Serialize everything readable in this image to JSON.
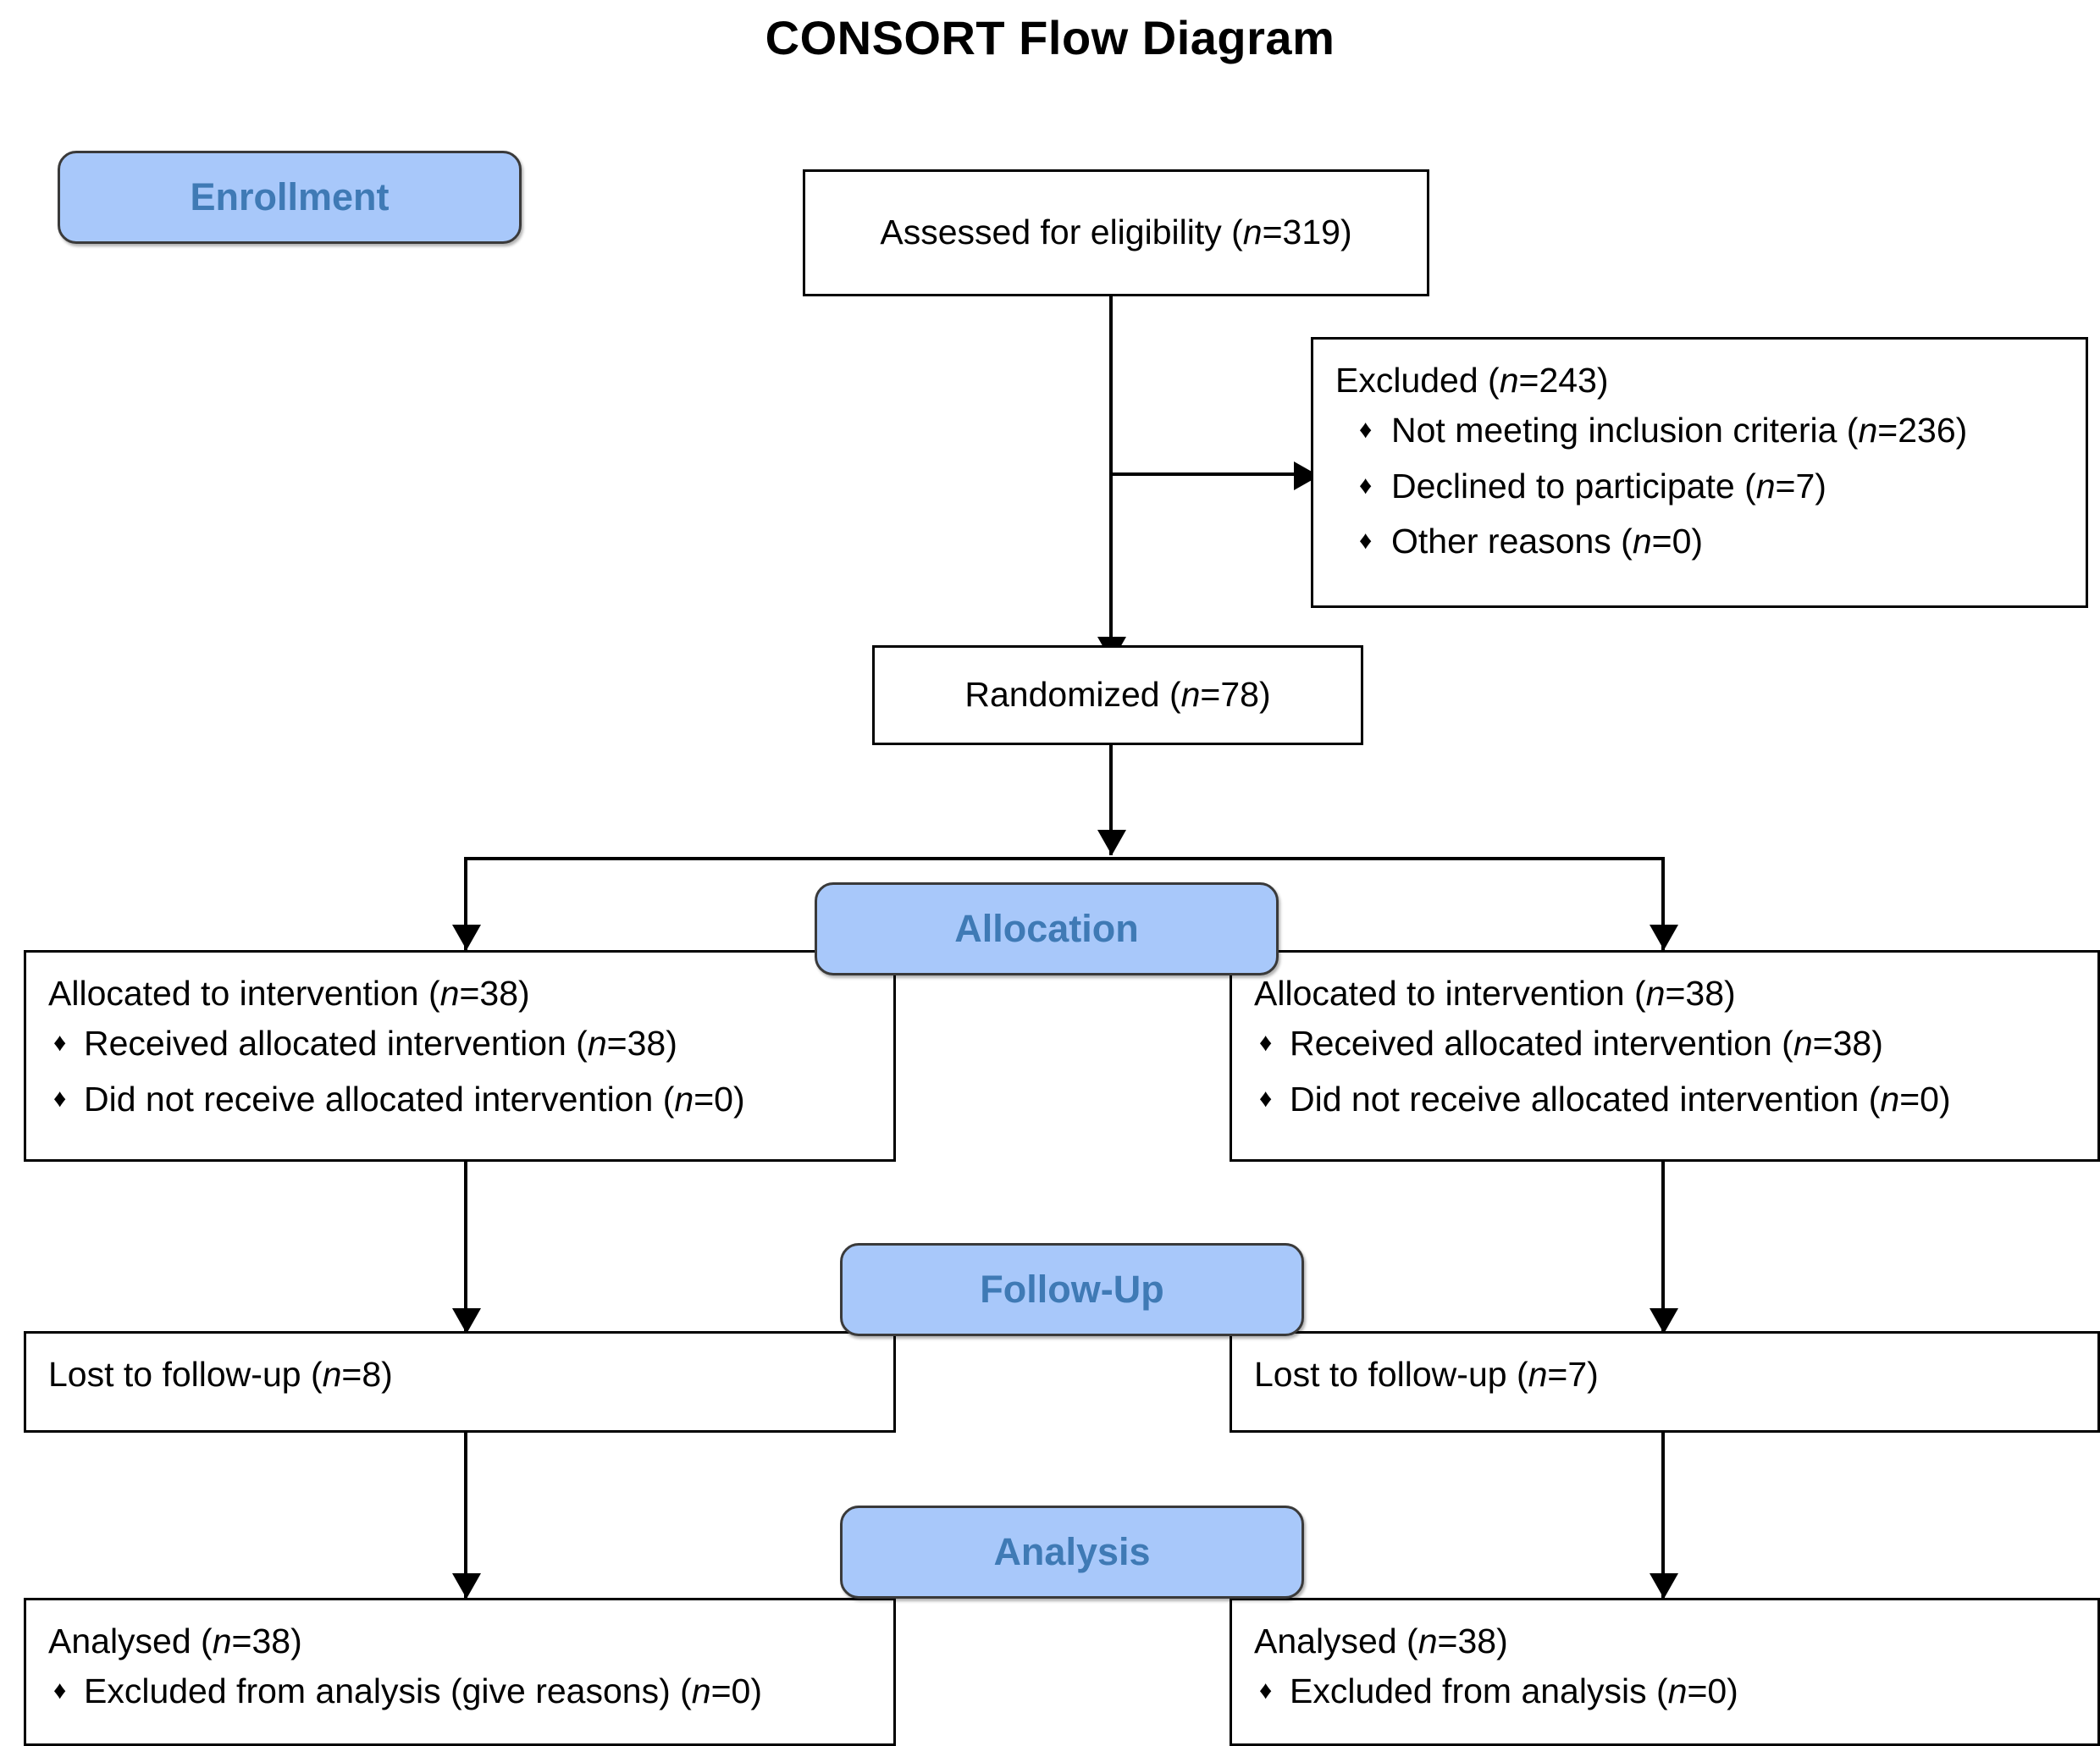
{
  "title": "CONSORT Flow Diagram",
  "phases": {
    "enrollment": "Enrollment",
    "allocation": "Allocation",
    "followup": "Follow-Up",
    "analysis": "Analysis"
  },
  "nodes": {
    "assessed": {
      "heading_pre": "Assessed for eligibility (",
      "heading_var": "n",
      "heading_post": "=319)"
    },
    "excluded": {
      "heading_pre": "Excluded (",
      "heading_var": "n",
      "heading_post": "=243)",
      "items": [
        {
          "pre": "Not meeting inclusion criteria (",
          "var": "n",
          "post": "=236)"
        },
        {
          "pre": "Declined to participate (",
          "var": "n",
          "post": "=7)"
        },
        {
          "pre": "Other reasons (",
          "var": "n",
          "post": "=0)"
        }
      ]
    },
    "randomized": {
      "heading_pre": "Randomized (",
      "heading_var": "n",
      "heading_post": "=78)"
    },
    "alloc_left": {
      "heading_pre": "Allocated to intervention (",
      "heading_var": "n",
      "heading_post": "=38)",
      "items": [
        {
          "pre": "Received allocated intervention (",
          "var": "n",
          "post": "=38)"
        },
        {
          "pre": "Did not receive allocated intervention (",
          "var": "n",
          "post": "=0)"
        }
      ]
    },
    "alloc_right": {
      "heading_pre": "Allocated to intervention (",
      "heading_var": "n",
      "heading_post": "=38)",
      "items": [
        {
          "pre": "Received allocated intervention (",
          "var": "n",
          "post": "=38)"
        },
        {
          "pre": "Did not receive allocated intervention (",
          "var": "n",
          "post": "=0)"
        }
      ]
    },
    "follow_left": {
      "heading_pre": "Lost to follow-up (",
      "heading_var": "n",
      "heading_post": "=8)"
    },
    "follow_right": {
      "heading_pre": "Lost to follow-up (",
      "heading_var": "n",
      "heading_post": "=7)"
    },
    "analysis_left": {
      "heading_pre": "Analysed (",
      "heading_var": "n",
      "heading_post": "=38)",
      "items": [
        {
          "pre": "Excluded from analysis (give reasons) (",
          "var": "n",
          "post": "=0)"
        }
      ]
    },
    "analysis_right": {
      "heading_pre": "Analysed (",
      "heading_var": "n",
      "heading_post": "=38)",
      "items": [
        {
          "pre": "Excluded from analysis (",
          "var": "n",
          "post": "=0)"
        }
      ]
    }
  },
  "bullet_glyph": "♦",
  "colors": {
    "pill_fill": "#a8c8fa",
    "pill_text": "#3f7ab5",
    "pill_border": "#3a3a3a",
    "box_border": "#000000",
    "connector": "#000000",
    "text": "#000000",
    "background": "#ffffff"
  },
  "chart_data": {
    "type": "diagram",
    "title": "CONSORT Flow Diagram",
    "stages": [
      "Enrollment",
      "Allocation",
      "Follow-Up",
      "Analysis"
    ],
    "counts": {
      "assessed_for_eligibility": 319,
      "excluded_total": 243,
      "excluded_not_meeting_inclusion_criteria": 236,
      "excluded_declined_to_participate": 7,
      "excluded_other_reasons": 0,
      "randomized": 78,
      "arm1_allocated": 38,
      "arm1_received_allocated_intervention": 38,
      "arm1_did_not_receive_allocated_intervention": 0,
      "arm1_lost_to_follow_up": 8,
      "arm1_analysed": 38,
      "arm1_excluded_from_analysis": 0,
      "arm2_allocated": 38,
      "arm2_received_allocated_intervention": 38,
      "arm2_did_not_receive_allocated_intervention": 0,
      "arm2_lost_to_follow_up": 7,
      "arm2_analysed": 38,
      "arm2_excluded_from_analysis": 0
    }
  }
}
